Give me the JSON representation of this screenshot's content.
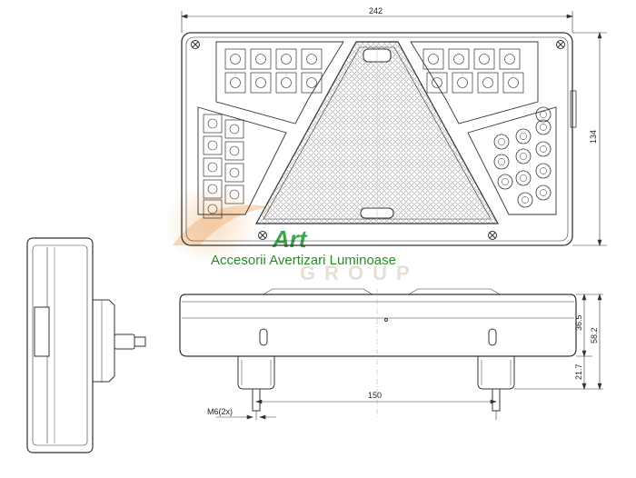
{
  "dimensions": {
    "top_width": "242",
    "right_height": "134",
    "bottom_spacing": "150",
    "thread": "M6(2x)",
    "depth_total": "58.2",
    "depth_body": "36.5",
    "depth_stud": "21.7"
  },
  "watermark": {
    "logo": "Art",
    "tagline": "Accesorii Avertizari Luminoase",
    "group": "GROUP"
  },
  "colors": {
    "line": "#333333",
    "watermark_green": "#2a8a2a",
    "watermark_orange": "#f3c79a"
  }
}
